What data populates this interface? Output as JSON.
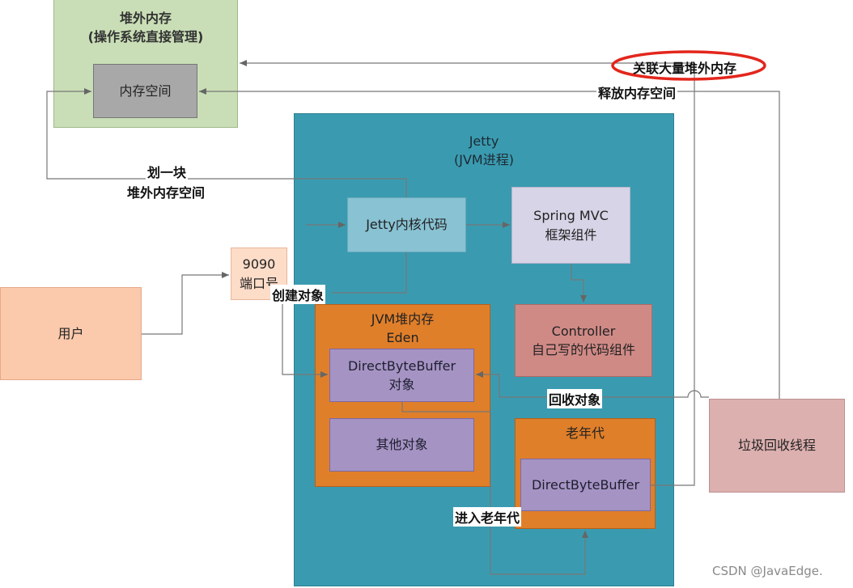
{
  "offheap": {
    "title": "堆外内存",
    "subtitle": "(操作系统直接管理)",
    "memory_space": "内存空间"
  },
  "jetty": {
    "title": "Jetty",
    "subtitle": "(JVM进程)"
  },
  "jetty_core": "Jetty内核代码",
  "spring_mvc": {
    "line1": "Spring MVC",
    "line2": "框架组件"
  },
  "port": {
    "line1": "9090",
    "line2": "端口号"
  },
  "user": "用户",
  "eden": {
    "title_line1": "JVM堆内存",
    "title_line2": "Eden",
    "dbb": {
      "line1": "DirectByteBuffer",
      "line2": "对象"
    },
    "other": "其他对象"
  },
  "controller": {
    "line1": "Controller",
    "line2": "自己写的代码组件"
  },
  "old_gen": {
    "title": "老年代",
    "dbb": "DirectByteBuffer"
  },
  "gc_thread": "垃圾回收线程",
  "labels": {
    "associate": "关联大量堆外内存",
    "release": "释放内存空间",
    "allocate_line1": "划一块",
    "allocate_line2": "堆外内存空间",
    "create_object": "创建对象",
    "recycle_object": "回收对象",
    "promote": "进入老年代"
  },
  "watermark": "CSDN @JavaEdge.",
  "colors": {
    "offheap_bg": "#c9deb6",
    "memory_space_bg": "#a8a8a8",
    "jetty_bg": "#3a9bb0",
    "jetty_core_bg": "#88c2d3",
    "spring_bg": "#d6d4e6",
    "eden_bg": "#e07f2a",
    "purple_box": "#a593c4",
    "controller_bg": "#d08a86",
    "user_bg": "#fbc9ac",
    "port_bg": "#fddcc8",
    "gc_bg": "#ddb0b0",
    "highlight_ring": "#e3261c"
  }
}
